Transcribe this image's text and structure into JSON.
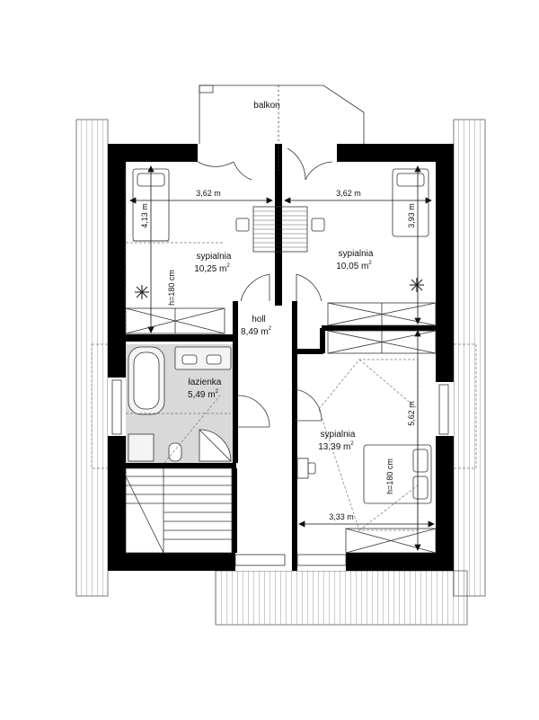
{
  "labels": {
    "balcony": "balkon",
    "bedroom_1_name": "sypialnia",
    "bedroom_1_area": "10,25 m",
    "bedroom_2_name": "sypialnia",
    "bedroom_2_area": "10,05 m",
    "bedroom_3_name": "sypialnia",
    "bedroom_3_area": "13,39 m",
    "hall_name": "holl",
    "hall_area": "8,49 m",
    "bathroom_name": "łazienka",
    "bathroom_area": "5,49 m",
    "area_unit_exponent": "2"
  },
  "dimensions": {
    "bedroom_1_width": "3,62 m",
    "bedroom_2_width": "3,62 m",
    "bedroom_1_depth": "4,13 m",
    "bedroom_2_depth": "3,93 m",
    "bedroom_3_depth": "5,62 m",
    "bedroom_3_width": "3,33 m",
    "headroom_left": "h=180 cm",
    "headroom_right": "h=180 cm"
  },
  "colors": {
    "wall": "#000000",
    "bathroom_floor": "#d9d9d9",
    "line": "#333333",
    "hatch": "#666666"
  }
}
